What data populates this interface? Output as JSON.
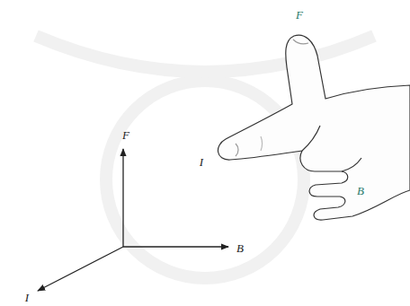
{
  "diagram": {
    "labels": [
      "F",
      "I",
      "B",
      "F",
      "B",
      "I"
    ]
  }
}
